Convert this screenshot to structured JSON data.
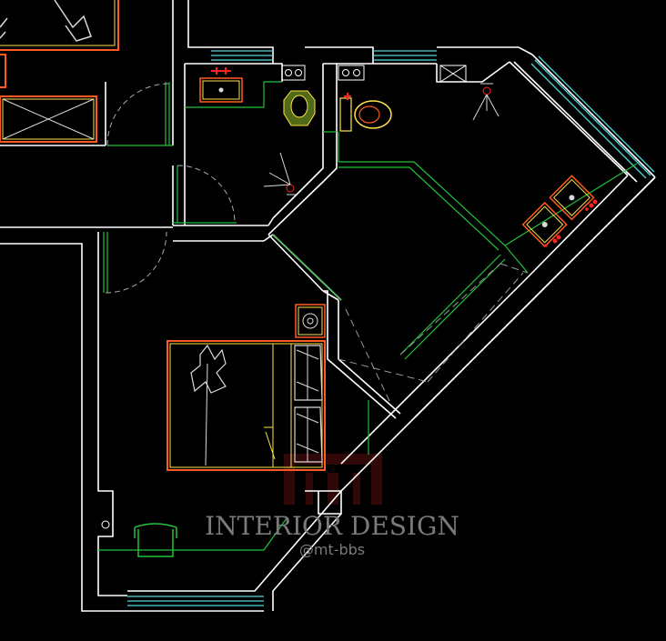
{
  "watermark": {
    "title": "INTERIOR DESIGN",
    "subtitle": "@mt-bbs",
    "logo": "mt-logo"
  },
  "colors": {
    "background": "#000000",
    "wall": "#ffffff",
    "window": "#4fd6e0",
    "partition": "#22c23a",
    "furniture": "#ff5a1f",
    "bedding": "#d9d9d9",
    "fixture": "#ffe24a",
    "symbol": "#ff2222",
    "hatch": "#9a9a9a",
    "watermark": "#7a7a7a",
    "watermark_logo": "#5a1010"
  },
  "icons": {
    "light_symbol": "ceiling-light-icon",
    "outlet_symbol": "double-outlet-icon"
  }
}
